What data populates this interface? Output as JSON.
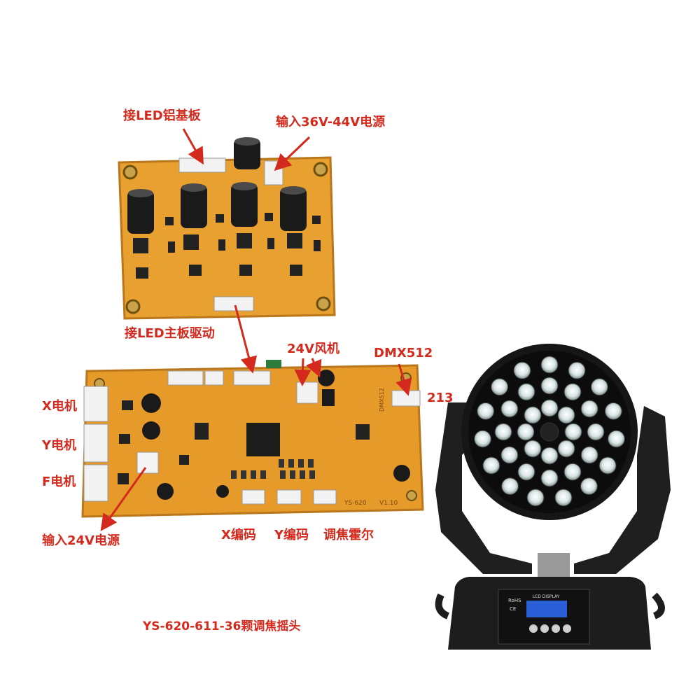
{
  "labels": {
    "led_aluminum_board": "接LED铝基板",
    "input_36_44v": "输入36V-44V电源",
    "led_main_drive": "接LED主板驱动",
    "fan_24v": "24V风机",
    "dmx512": "DMX512",
    "x_motor": "X电机",
    "y_motor": "Y电机",
    "f_motor": "F电机",
    "input_24v": "输入24V电源",
    "x_encoder": "X编码",
    "y_encoder": "Y编码",
    "focus_hall": "调焦霍尔",
    "num_213": "213"
  },
  "caption": "YS-620-611-36颗调焦摇头",
  "silkscreen": {
    "board_model": "YS-620",
    "board_version": "V1.10",
    "dmx_port": "DMX512"
  },
  "fixture": {
    "rohs": "RoHS",
    "ce": "CE",
    "display_title": "LCD DISPLAY"
  },
  "colors": {
    "label_red": "#d42a1e",
    "pcb_orange": "#e69a2a",
    "component_black": "#1a1a1a",
    "connector_white": "#f2f2f2"
  }
}
